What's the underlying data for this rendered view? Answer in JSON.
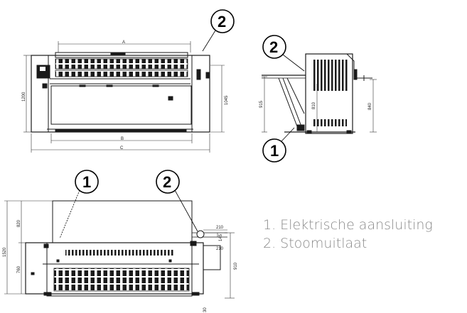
{
  "callouts": {
    "one": "1",
    "two": "2"
  },
  "legend": {
    "item1": "1. Elektrische aansluiting",
    "item2": "2. Stoomuitlaat"
  },
  "dimensions": {
    "front": {
      "a": "A",
      "b": "B",
      "c": "C",
      "height_total": "1200",
      "height_right": "1045"
    },
    "side": {
      "h915": "915",
      "h810": "810",
      "h840": "840"
    },
    "top": {
      "d820": "820",
      "d1520": "1520",
      "d760": "760",
      "d210a": "210",
      "d145": "145",
      "d210b": "210",
      "d910": "910",
      "d30": "30"
    }
  },
  "colors": {
    "line": "#1a1a1a",
    "legend_text": "#8a8a8a"
  }
}
